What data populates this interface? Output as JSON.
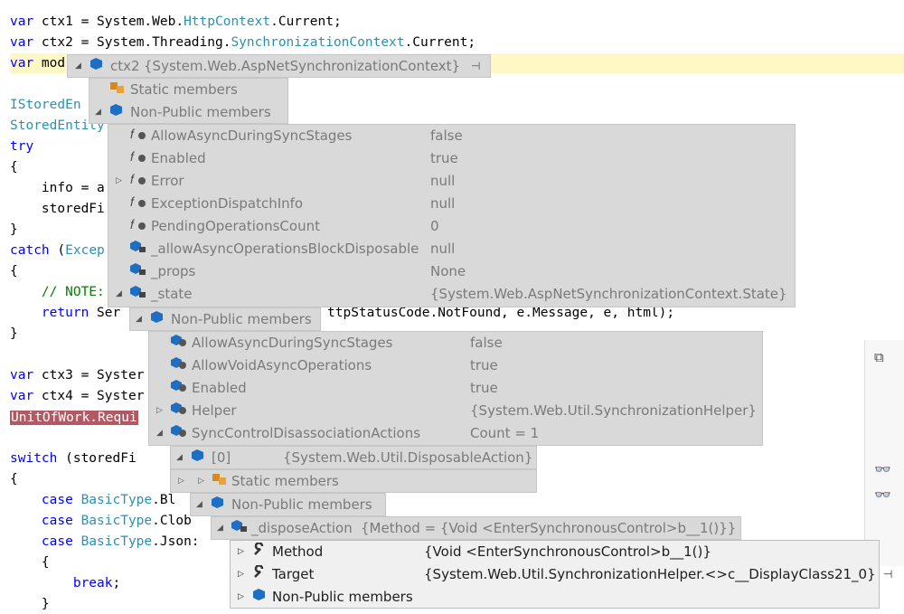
{
  "code": {
    "l1": {
      "kw": "var",
      "rest": " ctx1 = System.Web.",
      "type": "HttpContext",
      "end": ".Current;"
    },
    "l2": {
      "kw": "var",
      "rest": " ctx2 = System.Threading.",
      "type": "SynchronizationContext",
      "end": ".Current;"
    },
    "l3": {
      "kw": "var",
      "rest": " mod"
    },
    "l4": "IStoredEn",
    "l5": "StoredEntity",
    "l6": "try",
    "l7": "{",
    "l8": "    info = a",
    "l9": "    storedFi",
    "l10": "}",
    "l11": {
      "kw": "catch",
      "rest": " (",
      "type": "Excep"
    },
    "l12": "{",
    "l13": "    // NOTE:",
    "l14": {
      "kw": "    return",
      "rest": " Ser"
    },
    "l14_tail": "ttpStatusCode.NotFound, e.Message, e, html);",
    "l15": "}",
    "l16": {
      "kw": "var",
      "rest": " ctx3 = Syster"
    },
    "l17": {
      "kw": "var",
      "rest": " ctx4 = Syster"
    },
    "l18": "UnitOfWork.Requi",
    "l19": {
      "kw": "switch",
      "rest": " (storedFi"
    },
    "l20": "{",
    "l21": {
      "kw": "    case",
      "type": " BasicType",
      "rest": ".Bl"
    },
    "l22": {
      "kw": "    case",
      "type": " BasicType",
      "rest": ".Clob"
    },
    "l23": {
      "kw": "    case",
      "type": " BasicType",
      "rest": ".Json:"
    },
    "l24": "    {",
    "l25": {
      "kw": "        break",
      "rest": ";"
    },
    "l26": "    }"
  },
  "tip1": {
    "name": "ctx2",
    "value": "{System.Web.AspNetSynchronizationContext}"
  },
  "tip2": {
    "static": "Static members",
    "nonpublic": "Non-Public members"
  },
  "tip3": {
    "rows": [
      {
        "name": "AllowAsyncDuringSyncStages",
        "value": "false"
      },
      {
        "name": "Enabled",
        "value": "true"
      },
      {
        "name": "Error",
        "value": "null"
      },
      {
        "name": "ExceptionDispatchInfo",
        "value": "null"
      },
      {
        "name": "PendingOperationsCount",
        "value": "0"
      },
      {
        "name": "_allowAsyncOperationsBlockDisposable",
        "value": "null"
      },
      {
        "name": "_props",
        "value": "None"
      },
      {
        "name": "_state",
        "value": "{System.Web.AspNetSynchronizationContext.State}"
      }
    ]
  },
  "tip4": {
    "label": "Non-Public members"
  },
  "tip5": {
    "rows": [
      {
        "name": "AllowAsyncDuringSyncStages",
        "value": "false"
      },
      {
        "name": "AllowVoidAsyncOperations",
        "value": "true"
      },
      {
        "name": "Enabled",
        "value": "true"
      },
      {
        "name": "Helper",
        "value": "{System.Web.Util.SynchronizationHelper}"
      },
      {
        "name": "SyncControlDisassociationActions",
        "value": "Count = 1"
      }
    ],
    "index_name": "[0]",
    "index_value": "{System.Web.Util.DisposableAction}"
  },
  "tip6": {
    "static": "Static members",
    "nonpublic": "Non-Public members"
  },
  "tip7": {
    "name": "_disposeAction",
    "value": "{Method = {Void <EnterSynchronousControl>b__1()}}"
  },
  "tip8": {
    "rows": [
      {
        "name": "Method",
        "value": "{Void <EnterSynchronousControl>b__1()}"
      },
      {
        "name": "Target",
        "value": "{System.Web.Util.SynchronizationHelper.<>c__DisplayClass21_0}"
      },
      {
        "name": "Non-Public members",
        "value": ""
      }
    ]
  }
}
